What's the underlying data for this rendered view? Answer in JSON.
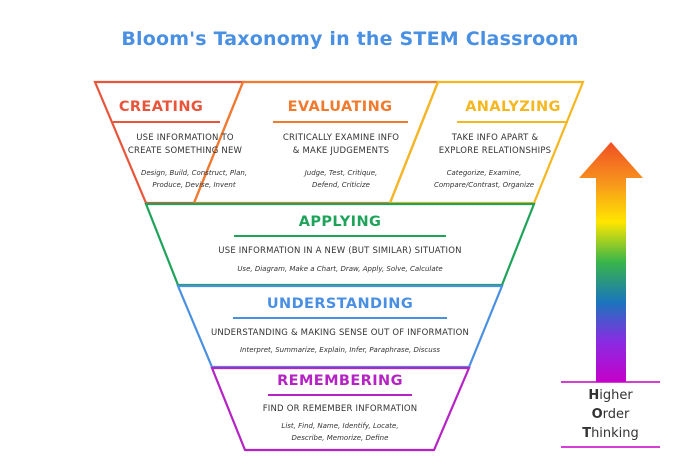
{
  "title": "Bloom's Taxonomy in the STEM Classroom",
  "levels": {
    "creating": {
      "name": "CREATING",
      "color": "#e8553a",
      "description": "USE INFORMATION TO\nCREATE SOMETHING NEW",
      "examples": "Design, Build, Construct, Plan,\nProduce, Devise, Invent"
    },
    "evaluating": {
      "name": "EVALUATING",
      "color": "#f07a2e",
      "description": "CRITICALLY EXAMINE INFO\n& MAKE JUDGEMENTS",
      "examples": "Judge, Test, Critique,\nDefend, Criticize"
    },
    "analyzing": {
      "name": "ANALYZING",
      "color": "#f5b720",
      "description": "TAKE INFO APART &\nEXPLORE RELATIONSHIPS",
      "examples": "Categorize, Examine,\nCompare/Contrast, Organize"
    },
    "applying": {
      "name": "APPLYING",
      "color": "#1fa35b",
      "description": "USE INFORMATION IN A NEW (BUT SIMILAR) SITUATION",
      "examples": "Use, Diagram, Make a Chart, Draw, Apply, Solve, Calculate"
    },
    "understanding": {
      "name": "UNDERSTANDING",
      "color": "#4a90e2",
      "description": "UNDERSTANDING & MAKING SENSE OUT OF INFORMATION",
      "examples": "Interpret, Summarize, Explain, Infer, Paraphrase, Discuss"
    },
    "remembering": {
      "name": "REMEMBERING",
      "color": "#b623c4",
      "description": "FIND OR REMEMBER INFORMATION",
      "examples": "List, Find, Name, Identify, Locate,\nDescribe, Memorize, Define"
    }
  },
  "arrow": {
    "icon": "rainbow-up-arrow-icon",
    "label_line1_initial": "H",
    "label_line1_rest": "igher",
    "label_line2_initial": "O",
    "label_line2_rest": "rder",
    "label_line3_initial": "T",
    "label_line3_rest": "hinking",
    "colors": [
      "#f04e23",
      "#f7941d",
      "#ffe600",
      "#39b54a",
      "#1b75bc",
      "#8a2be2",
      "#c500c9"
    ]
  }
}
